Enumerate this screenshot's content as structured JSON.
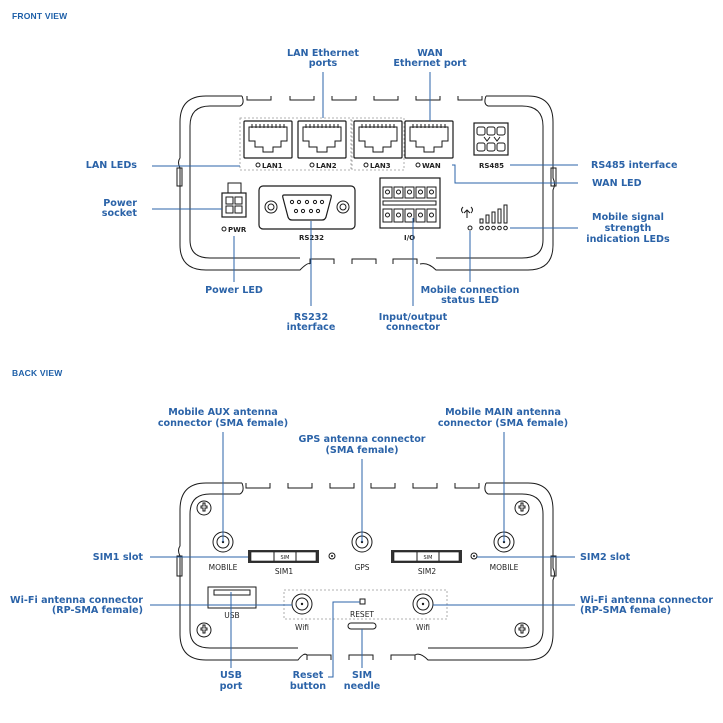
{
  "front": {
    "heading": "FRONT VIEW",
    "callouts": {
      "lan_ports": [
        "LAN Ethernet",
        "ports"
      ],
      "wan_port": [
        "WAN",
        "Ethernet port"
      ],
      "lan_leds": "LAN LEDs",
      "power_socket": [
        "Power",
        "socket"
      ],
      "rs485": "RS485 interface",
      "wan_led": "WAN LED",
      "signal_leds": [
        "Mobile signal",
        "strength",
        "indication LEDs"
      ],
      "power_led": "Power LED",
      "rs232": [
        "RS232",
        "interface"
      ],
      "io": [
        "Input/output",
        "connector"
      ],
      "mobile_status": [
        "Mobile connection",
        "status LED"
      ]
    },
    "device_labels": {
      "lan1": "LAN1",
      "lan2": "LAN2",
      "lan3": "LAN3",
      "wan": "WAN",
      "rs485": "RS485",
      "pwr": "PWR",
      "rs232": "RS232",
      "io": "I/O"
    }
  },
  "back": {
    "heading": "BACK VIEW",
    "callouts": {
      "aux": [
        "Mobile AUX antenna",
        "connector (SMA female)"
      ],
      "gps": [
        "GPS antenna connector",
        "(SMA female)"
      ],
      "main": [
        "Mobile MAIN antenna",
        "connector (SMA female)"
      ],
      "sim1": "SIM1 slot",
      "sim2": "SIM2 slot",
      "wifi_left": [
        "Wi-Fi antenna connector",
        "(RP-SMA female)"
      ],
      "wifi_right": [
        "Wi-Fi antenna connector",
        "(RP-SMA female)"
      ],
      "usb": [
        "USB",
        "port"
      ],
      "reset": [
        "Reset",
        "button"
      ],
      "sim_needle": [
        "SIM",
        "needle"
      ]
    },
    "device_labels": {
      "mobile_left": "MOBILE",
      "sim1": "SIM1",
      "sim_tag": "SIM",
      "gps": "GPS",
      "sim2": "SIM2",
      "mobile_right": "MOBILE",
      "usb": "USB",
      "wifi_left": "Wifi",
      "wifi_right": "Wifi",
      "reset": "RESET"
    }
  }
}
